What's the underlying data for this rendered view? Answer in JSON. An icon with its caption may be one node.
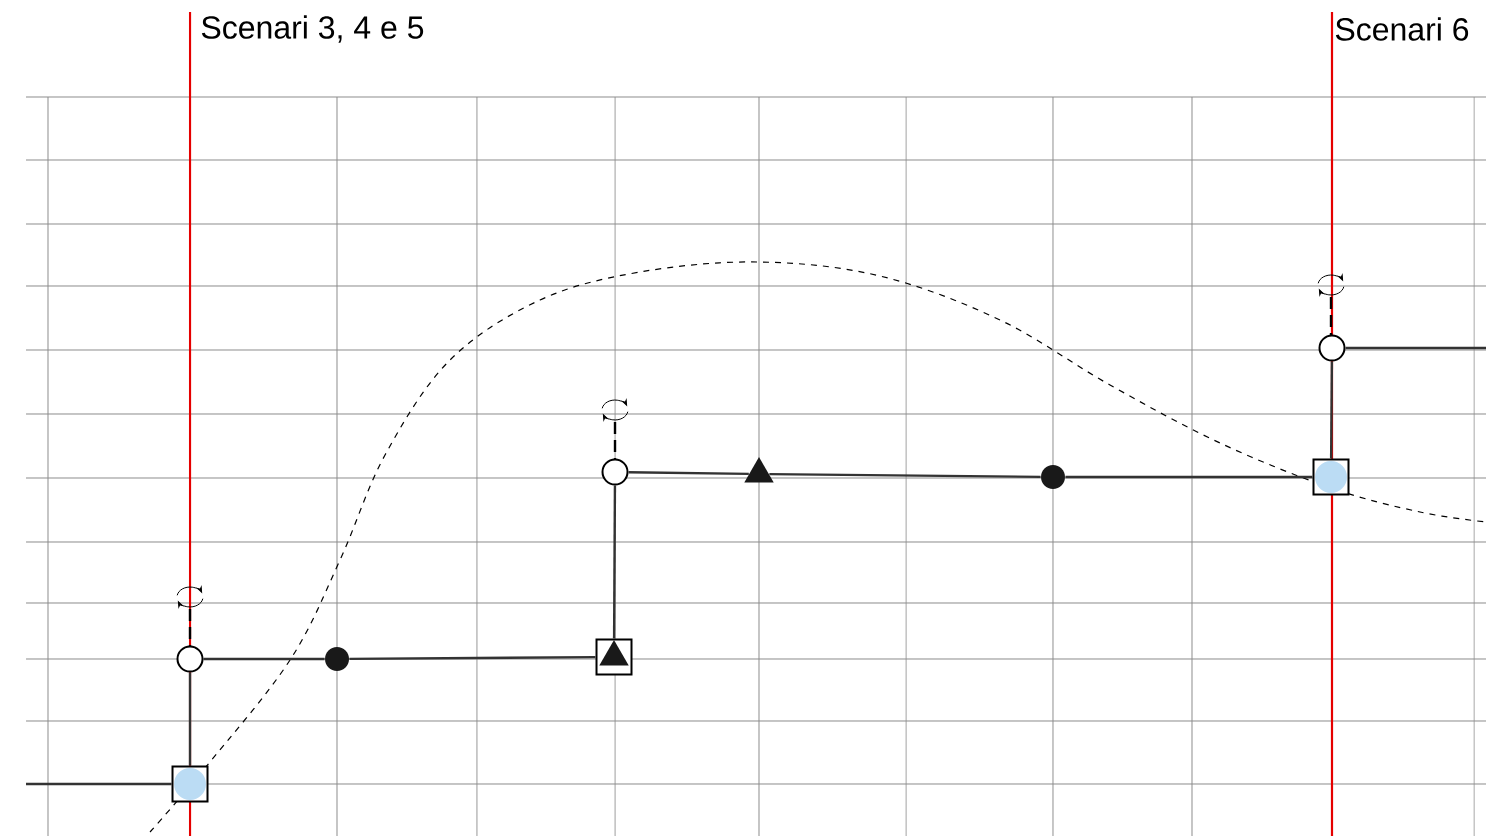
{
  "diagram": {
    "nodes": [
      {
        "text": [],
        "shape": "circle"
      },
      {
        "text": [],
        "shape": "box"
      },
      {
        "text": [],
        "shape": "disc",
        "in": 1
      },
      {
        "text": [],
        "shape": "dot"
      },
      {
        "text": [],
        "shape": "box"
      },
      {
        "text": [],
        "shape": "triangle",
        "in": 4
      },
      {
        "text": [],
        "shape": "circle"
      },
      {
        "text": [],
        "shape": "triangle"
      },
      {
        "text": [],
        "shape": "dot"
      },
      {
        "text": [],
        "shape": "box"
      },
      {
        "text": [],
        "shape": "disc",
        "in": 9
      },
      {
        "text": [],
        "shape": "circle"
      }
    ],
    "edges": [
      {
        "from": null,
        "to": 1,
        "arrow": "none"
      },
      {
        "from": 1,
        "to": 0,
        "arrow": "none"
      },
      {
        "from": 0,
        "to": 3,
        "arrow": "none"
      },
      {
        "from": 3,
        "to": 4,
        "arrow": "none"
      },
      {
        "from": 4,
        "to": 6,
        "arrow": "none"
      },
      {
        "from": 6,
        "to": 7,
        "arrow": "none"
      },
      {
        "from": 7,
        "to": 8,
        "arrow": "none"
      },
      {
        "from": 8,
        "to": 9,
        "arrow": "none"
      },
      {
        "from": 9,
        "to": 11,
        "arrow": "none"
      },
      {
        "from": 11,
        "to": null,
        "arrow": "none"
      }
    ],
    "labels": [
      "Scenari 3, 4 e 5",
      "Scenari 6"
    ]
  }
}
